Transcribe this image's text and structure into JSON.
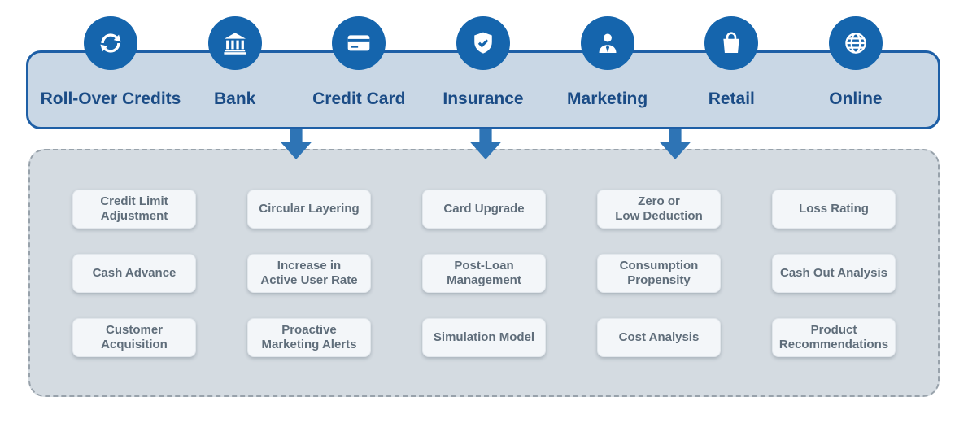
{
  "banner": {
    "categories": [
      {
        "label": "Roll-Over Credits",
        "icon": "refresh-icon"
      },
      {
        "label": "Bank",
        "icon": "bank-icon"
      },
      {
        "label": "Credit Card",
        "icon": "credit-card-icon"
      },
      {
        "label": "Insurance",
        "icon": "shield-icon"
      },
      {
        "label": "Marketing",
        "icon": "person-icon"
      },
      {
        "label": "Retail",
        "icon": "shopping-bag-icon"
      },
      {
        "label": "Online",
        "icon": "globe-icon"
      }
    ]
  },
  "panel": {
    "columns": [
      {
        "items": [
          "Credit Limit\nAdjustment",
          "Cash Advance",
          "Customer\nAcquisition"
        ]
      },
      {
        "items": [
          "Circular Layering",
          "Increase in\nActive User Rate",
          "Proactive\nMarketing Alerts"
        ]
      },
      {
        "items": [
          "Card Upgrade",
          "Post-Loan\nManagement",
          "Simulation Model"
        ]
      },
      {
        "items": [
          "Zero or\nLow Deduction",
          "Consumption\nPropensity",
          "Cost Analysis"
        ]
      },
      {
        "items": [
          "Loss Rating",
          "Cash Out Analysis",
          "Product\nRecommendations"
        ]
      }
    ]
  },
  "colors": {
    "accent_blue": "#1565ad",
    "banner_fill": "#c9d7e5",
    "banner_border": "#1e5fa6",
    "arrow_blue": "#2e74b5",
    "panel_fill": "#d4dbe1",
    "pill_fill": "#f3f6f9",
    "pill_text": "#5f6d7a",
    "category_label_text": "#1b4c86"
  }
}
